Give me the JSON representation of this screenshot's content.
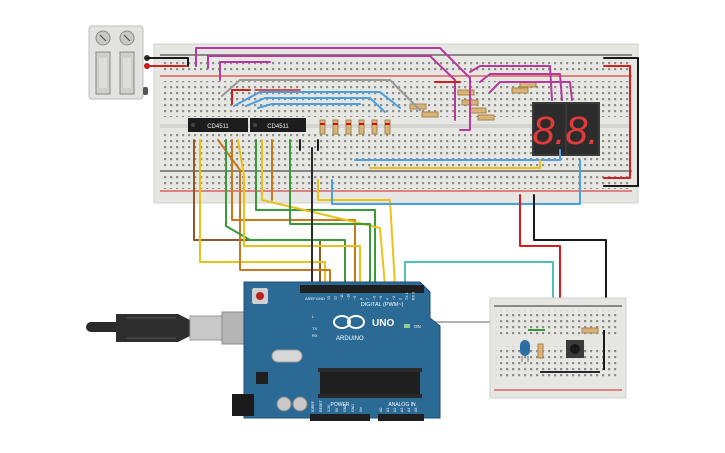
{
  "ic_left": {
    "label": "CD4511"
  },
  "ic_right": {
    "label": "CD4511"
  },
  "seven_seg": {
    "left_digit": "8.",
    "right_digit": "8."
  },
  "arduino": {
    "brand": "ARDUINO",
    "model": "UNO",
    "digital_label": "DIGITAL (PWM~)",
    "power_label": "POWER",
    "analog_label": "ANALOG IN",
    "on_label": "ON",
    "tx_label": "TX",
    "rx_label": "RX",
    "l_label": "L",
    "aref_label": "AREF",
    "gnd_label": "GND",
    "header_top": [
      "13",
      "12",
      "~11",
      "~10",
      "~9",
      "8",
      "7",
      "~6",
      "~5",
      "4",
      "~3",
      "2",
      "TX 1",
      "RX 0"
    ],
    "header_power": [
      "IOREF",
      "RESET",
      "3.3V",
      "5V",
      "GND",
      "GND",
      "Vin"
    ],
    "header_analog": [
      "A0",
      "A1",
      "A2",
      "A3",
      "A4",
      "A5"
    ]
  },
  "colors": {
    "breadboard": "#e6e6e3",
    "wire_red": "#d11f1f",
    "wire_black": "#1a1a1a",
    "wire_magenta": "#b63a9c",
    "wire_yellow": "#e8c21a",
    "wire_blue": "#4aa0e0",
    "wire_green": "#3a9a3a",
    "wire_orange": "#c9781e",
    "wire_brown": "#8a5a2b",
    "wire_teal": "#4fc1b6",
    "wire_gray": "#9a9a9a",
    "arduino_blue": "#2b6a95",
    "segment_red": "#e03a3a"
  }
}
